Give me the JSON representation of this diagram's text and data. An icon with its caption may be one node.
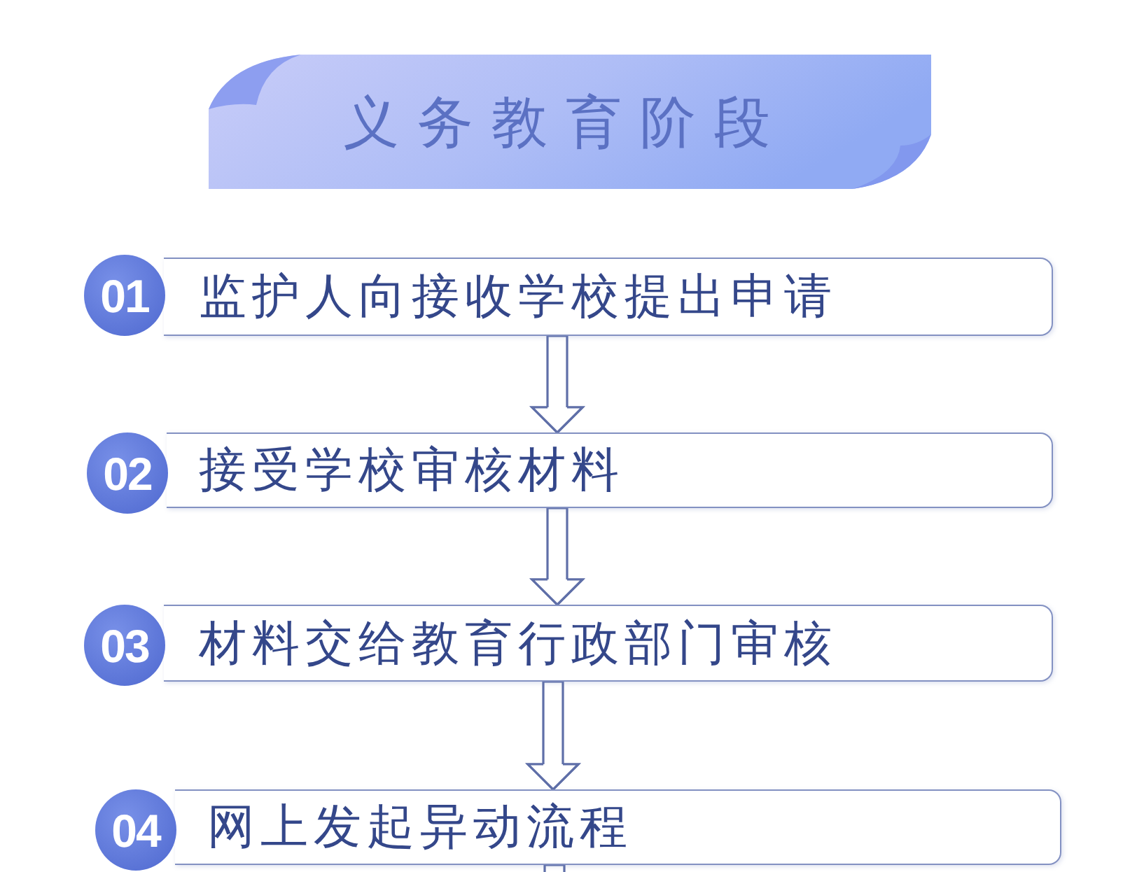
{
  "diagram": {
    "title": "义务教育阶段",
    "nodes": [
      {
        "text": [
          "01"
        ]
      },
      {
        "text": [
          "监护人向接收学校提出申请"
        ]
      },
      {
        "text": [
          "02"
        ]
      },
      {
        "text": [
          "接受学校审核材料"
        ]
      },
      {
        "text": [
          "03"
        ]
      },
      {
        "text": [
          "材料交给教育行政部门审核"
        ]
      },
      {
        "text": [
          "04"
        ]
      },
      {
        "text": [
          "网上发起异动流程"
        ]
      }
    ],
    "edges": [
      {
        "from": 1,
        "to": 3,
        "arrow": "to"
      },
      {
        "from": 3,
        "to": 5,
        "arrow": "to"
      },
      {
        "from": 5,
        "to": 7,
        "arrow": "to"
      },
      {
        "from": 7,
        "to": null,
        "arrow": "none"
      }
    ]
  }
}
